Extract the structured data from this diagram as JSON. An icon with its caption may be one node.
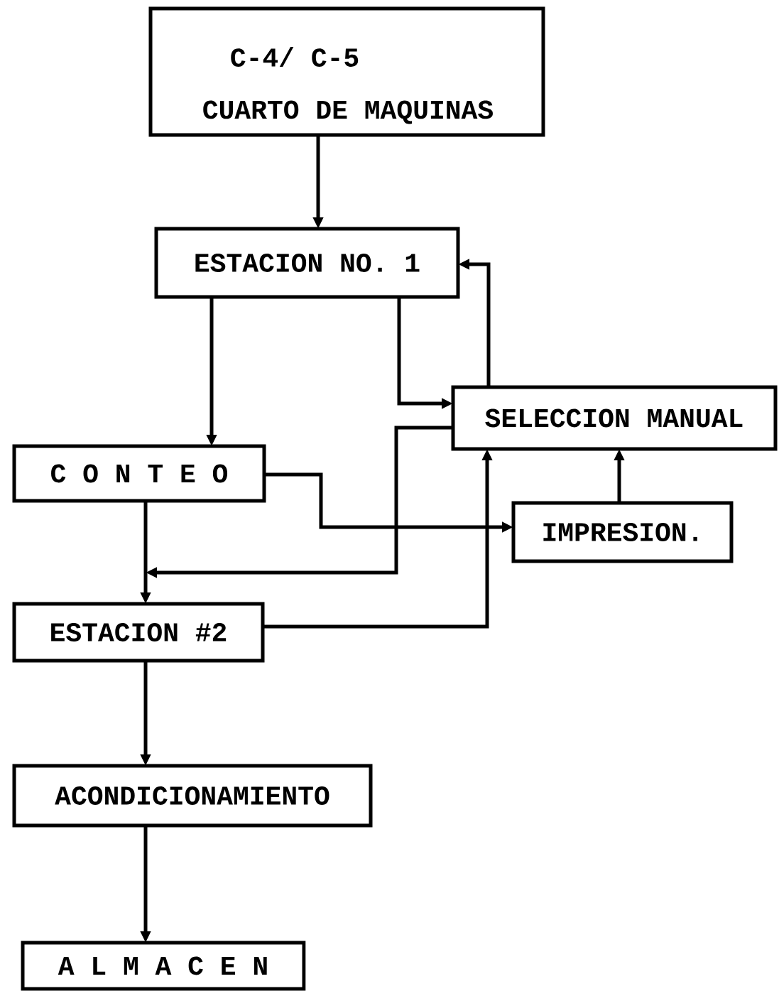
{
  "diagram": {
    "nodes": [
      {
        "text": [
          "C-4/ C-5",
          "CUARTO DE MAQUINAS"
        ]
      },
      {
        "text": [
          "ESTACION NO. 1"
        ]
      },
      {
        "text": [
          "SELECCION MANUAL"
        ]
      },
      {
        "text": [
          "C O N T E O"
        ]
      },
      {
        "text": [
          "IMPRESION."
        ]
      },
      {
        "text": [
          "ESTACION #2"
        ]
      },
      {
        "text": [
          "ACONDICIONAMIENTO"
        ]
      },
      {
        "text": [
          "A L M A C E N"
        ]
      }
    ],
    "edges": [
      {
        "from": 0,
        "to": 1,
        "arrow": "to"
      },
      {
        "from": 1,
        "to": 3,
        "arrow": "to"
      },
      {
        "from": 1,
        "to": 2,
        "arrow": "to"
      },
      {
        "from": 2,
        "to": 1,
        "arrow": "to"
      },
      {
        "from": 2,
        "to": 5,
        "arrow": "to"
      },
      {
        "from": 3,
        "to": 5,
        "arrow": "to"
      },
      {
        "from": 3,
        "to": 4,
        "arrow": "to"
      },
      {
        "from": 5,
        "to": 2,
        "arrow": "to"
      },
      {
        "from": 4,
        "to": 2,
        "arrow": "to"
      },
      {
        "from": 5,
        "to": 6,
        "arrow": "to"
      },
      {
        "from": 6,
        "to": 7,
        "arrow": "to"
      }
    ]
  }
}
